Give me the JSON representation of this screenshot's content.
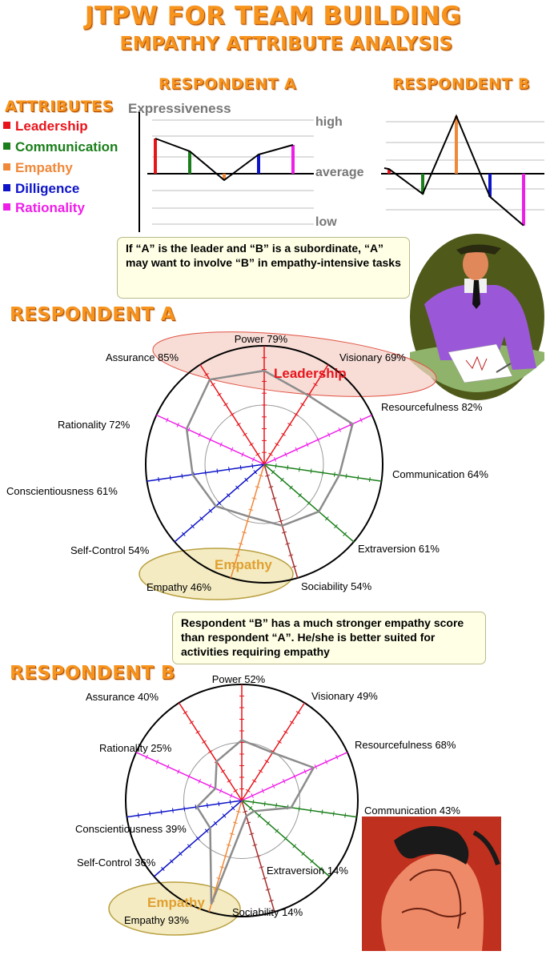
{
  "title": "JTPW  FOR  TEAM BUILDING",
  "subtitle": "EMPATHY ATTRIBUTE ANALYSIS",
  "respondent_a_label": "RESPONDENT  A",
  "respondent_b_label": "RESPONDENT  B",
  "attributes_heading": "ATTRIBUTES",
  "attributes": [
    {
      "label": "Leadership",
      "color": "#e8141b"
    },
    {
      "label": "Communication",
      "color": "#1a7f1a"
    },
    {
      "label": "Empathy",
      "color": "#f0883a"
    },
    {
      "label": "Dilligence",
      "color": "#0e14c8"
    },
    {
      "label": "Rationality",
      "color": "#ee1ee8"
    }
  ],
  "callout_top": "If “A” is the leader and “B” is a subordinate, “A” may want to involve “B” in    empathy-intensive tasks",
  "callout_mid": "Respondent “B” has a much stronger empathy score than respondent “A”. He/she is better suited for activities requiring empathy",
  "radar_a_heading": "RESPONDENT  A",
  "radar_b_heading": "RESPONDENT B",
  "leadership_highlight": "Leadership",
  "empathy_highlight": "Empathy",
  "chart_data": [
    {
      "type": "line",
      "title": "Expressiveness",
      "respondent": "RESPONDENT  A",
      "y_levels": [
        "high",
        "average",
        "low"
      ],
      "ylim": [
        -1,
        1
      ],
      "categories": [
        "Leadership",
        "Communication",
        "Empathy",
        "Dilligence",
        "Rationality"
      ],
      "values": [
        0.55,
        0.35,
        -0.1,
        0.3,
        0.45
      ],
      "colors": [
        "#e8141b",
        "#1a7f1a",
        "#f0883a",
        "#0e14c8",
        "#ee1ee8"
      ]
    },
    {
      "type": "line",
      "respondent": "RESPONDENT B",
      "ylim": [
        -1,
        1
      ],
      "categories": [
        "Leadership",
        "Communication",
        "Empathy",
        "Dilligence",
        "Rationality"
      ],
      "values": [
        0.08,
        -0.35,
        1.0,
        -0.4,
        -0.9
      ],
      "colors": [
        "#e8141b",
        "#1a7f1a",
        "#f0883a",
        "#0e14c8",
        "#ee1ee8"
      ]
    },
    {
      "type": "radar",
      "respondent": "RESPONDENT  A",
      "rlim": [
        0,
        100
      ],
      "axes": [
        {
          "name": "Power",
          "value": 79,
          "label": "Power 79%",
          "group": "Leadership",
          "color": "#e8141b"
        },
        {
          "name": "Visionary",
          "value": 69,
          "label": "Visionary 69%",
          "group": "Leadership",
          "color": "#e8141b"
        },
        {
          "name": "Resourcefulness",
          "value": 82,
          "label": "Resourcefulness 82%",
          "group": "Leadership",
          "color": "#ee1ee8"
        },
        {
          "name": "Communication",
          "value": 64,
          "label": "Communication 64%",
          "group": "Communication",
          "color": "#1a7f1a"
        },
        {
          "name": "Extraversion",
          "value": 61,
          "label": "Extraversion 61%",
          "group": "Communication",
          "color": "#1a7f1a"
        },
        {
          "name": "Sociability",
          "value": 54,
          "label": "Sociability 54%",
          "group": "Empathy",
          "color": "#a52a2a"
        },
        {
          "name": "Empathy",
          "value": 46,
          "label": "Empathy 46%",
          "group": "Empathy",
          "color": "#f0883a"
        },
        {
          "name": "Self-Control",
          "value": 54,
          "label": "Self-Control 54%",
          "group": "Dilligence",
          "color": "#0e14c8"
        },
        {
          "name": "Conscientiousness",
          "value": 61,
          "label": "Conscientiousness 61%",
          "group": "Dilligence",
          "color": "#0e14c8"
        },
        {
          "name": "Rationality",
          "value": 72,
          "label": "Rationality 72%",
          "group": "Rationality",
          "color": "#ee1ee8"
        },
        {
          "name": "Assurance",
          "value": 85,
          "label": "Assurance 85%",
          "group": "Leadership",
          "color": "#e8141b"
        }
      ]
    },
    {
      "type": "radar",
      "respondent": "RESPONDENT B",
      "rlim": [
        0,
        100
      ],
      "axes": [
        {
          "name": "Power",
          "value": 52,
          "label": "Power 52%",
          "group": "Leadership",
          "color": "#e8141b"
        },
        {
          "name": "Visionary",
          "value": 49,
          "label": "Visionary 49%",
          "group": "Leadership",
          "color": "#e8141b"
        },
        {
          "name": "Resourcefulness",
          "value": 68,
          "label": "Resourcefulness 68%",
          "group": "Leadership",
          "color": "#ee1ee8"
        },
        {
          "name": "Communication",
          "value": 43,
          "label": "Communication 43%",
          "group": "Communication",
          "color": "#1a7f1a"
        },
        {
          "name": "Extraversion",
          "value": 14,
          "label": "Extraversion 14%",
          "group": "Communication",
          "color": "#1a7f1a"
        },
        {
          "name": "Sociability",
          "value": 14,
          "label": "Sociability 14%",
          "group": "Empathy",
          "color": "#a52a2a"
        },
        {
          "name": "Empathy",
          "value": 93,
          "label": "Empathy 93%",
          "group": "Empathy",
          "color": "#f0883a"
        },
        {
          "name": "Self-Control",
          "value": 36,
          "label": "Self-Control 36%",
          "group": "Dilligence",
          "color": "#0e14c8"
        },
        {
          "name": "Conscientiousness",
          "value": 39,
          "label": "Conscientiousness 39%",
          "group": "Dilligence",
          "color": "#0e14c8"
        },
        {
          "name": "Rationality",
          "value": 25,
          "label": "Rationality 25%",
          "group": "Rationality",
          "color": "#ee1ee8"
        },
        {
          "name": "Assurance",
          "value": 40,
          "label": "Assurance 40%",
          "group": "Leadership",
          "color": "#e8141b"
        }
      ]
    }
  ]
}
